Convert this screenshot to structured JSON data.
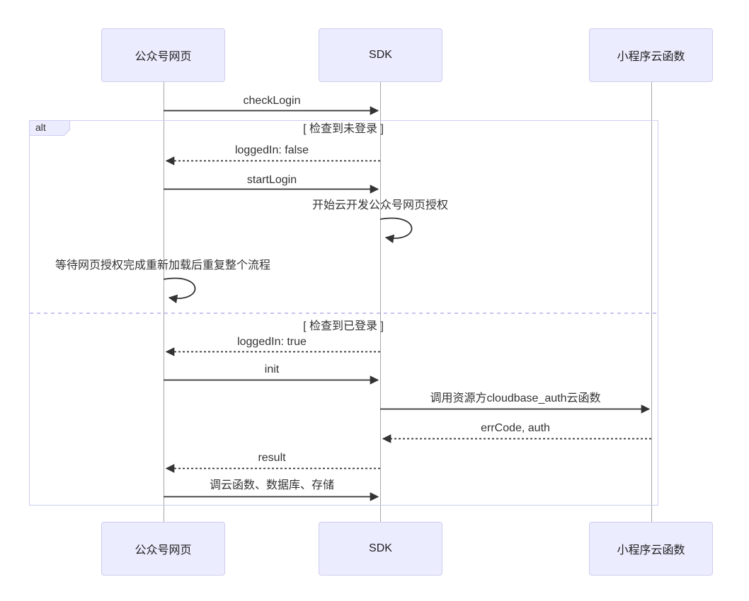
{
  "diagram_type": "sequence-diagram",
  "actors": [
    {
      "name": "公众号网页"
    },
    {
      "name": "SDK"
    },
    {
      "name": "小程序云函数"
    }
  ],
  "alt_block": {
    "label": "alt",
    "sections": [
      {
        "condition": "[ 检查到未登录 ]"
      },
      {
        "condition": "[ 检查到已登录 ]"
      }
    ]
  },
  "messages": [
    {
      "label": "checkLogin",
      "from": "公众号网页",
      "to": "SDK",
      "style": "solid"
    },
    {
      "label": "loggedIn: false",
      "from": "SDK",
      "to": "公众号网页",
      "style": "dashed"
    },
    {
      "label": "startLogin",
      "from": "公众号网页",
      "to": "SDK",
      "style": "solid"
    },
    {
      "label": "开始云开发公众号网页授权",
      "from": "SDK",
      "to": "SDK",
      "style": "self"
    },
    {
      "label": "等待网页授权完成重新加载后重复整个流程",
      "from": "公众号网页",
      "to": "公众号网页",
      "style": "self"
    },
    {
      "label": "loggedIn: true",
      "from": "SDK",
      "to": "公众号网页",
      "style": "dashed"
    },
    {
      "label": "init",
      "from": "公众号网页",
      "to": "SDK",
      "style": "solid"
    },
    {
      "label": "调用资源方cloudbase_auth云函数",
      "from": "SDK",
      "to": "小程序云函数",
      "style": "solid"
    },
    {
      "label": "errCode, auth",
      "from": "小程序云函数",
      "to": "SDK",
      "style": "dashed"
    },
    {
      "label": "result",
      "from": "SDK",
      "to": "公众号网页",
      "style": "dashed"
    },
    {
      "label": "调云函数、数据库、存储",
      "from": "公众号网页",
      "to": "SDK",
      "style": "solid"
    }
  ],
  "colors": {
    "actor_fill": "#ECECFF",
    "actor_border": "#CFCCEE",
    "frame_border": "#CCCCF2",
    "divider": "#C8C2F0",
    "lifeline": "#A5A5A5",
    "arrow": "#333333",
    "text": "#333333"
  }
}
